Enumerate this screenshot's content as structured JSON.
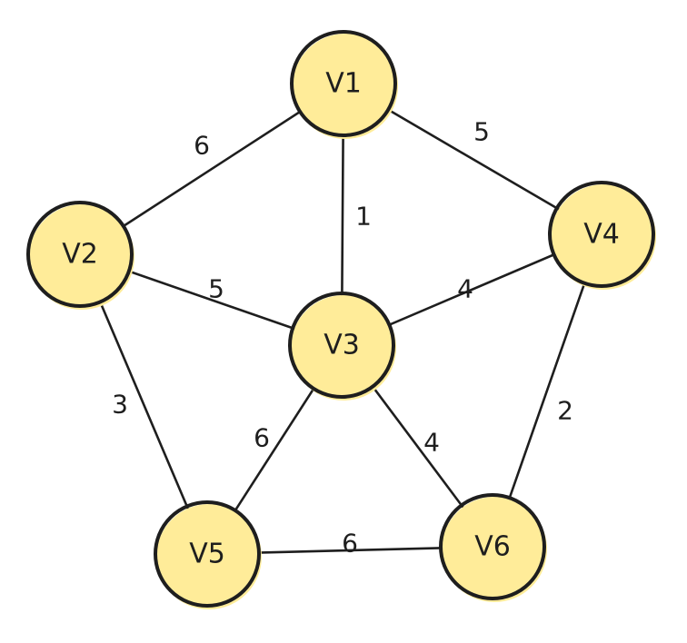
{
  "graph": {
    "node_fill": "#ffec99",
    "stroke_color": "#1e1e1e",
    "nodes": [
      {
        "id": "V1",
        "label": "V1"
      },
      {
        "id": "V2",
        "label": "V2"
      },
      {
        "id": "V3",
        "label": "V3"
      },
      {
        "id": "V4",
        "label": "V4"
      },
      {
        "id": "V5",
        "label": "V5"
      },
      {
        "id": "V6",
        "label": "V6"
      }
    ],
    "edges": [
      {
        "from": "V1",
        "to": "V2",
        "weight": "6"
      },
      {
        "from": "V1",
        "to": "V3",
        "weight": "1"
      },
      {
        "from": "V1",
        "to": "V4",
        "weight": "5"
      },
      {
        "from": "V2",
        "to": "V3",
        "weight": "5"
      },
      {
        "from": "V2",
        "to": "V5",
        "weight": "3"
      },
      {
        "from": "V3",
        "to": "V4",
        "weight": "4"
      },
      {
        "from": "V3",
        "to": "V5",
        "weight": "6"
      },
      {
        "from": "V3",
        "to": "V6",
        "weight": "4"
      },
      {
        "from": "V4",
        "to": "V6",
        "weight": "2"
      },
      {
        "from": "V5",
        "to": "V6",
        "weight": "6"
      }
    ]
  }
}
